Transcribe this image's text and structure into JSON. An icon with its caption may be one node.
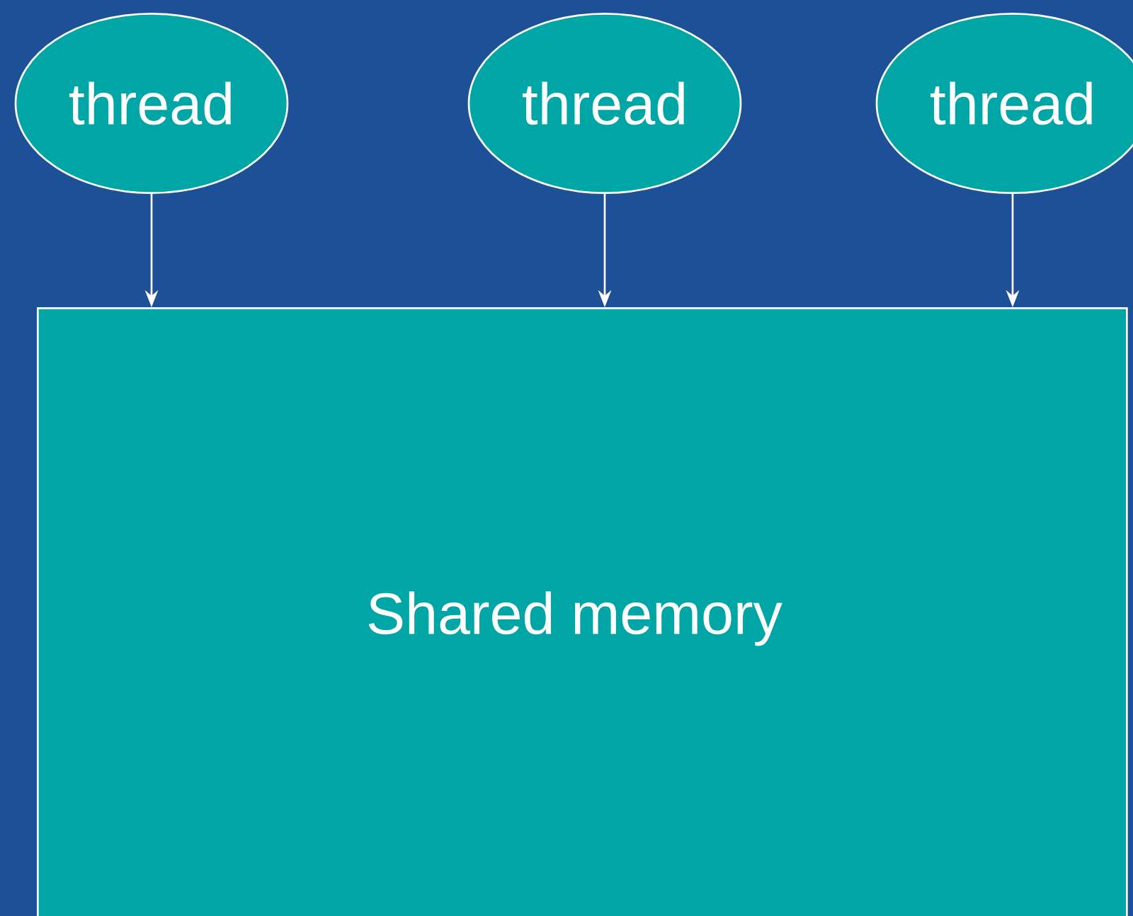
{
  "diagram": {
    "nodes": [
      {
        "text": [
          "thread"
        ]
      },
      {
        "text": [
          "thread"
        ]
      },
      {
        "text": [
          "thread"
        ]
      },
      {
        "text": [
          "Shared memory"
        ]
      }
    ],
    "edges": [
      {
        "from": 0,
        "to": 3,
        "arrow": "to"
      },
      {
        "from": 1,
        "to": 3,
        "arrow": "to"
      },
      {
        "from": 2,
        "to": 3,
        "arrow": "to"
      }
    ]
  }
}
